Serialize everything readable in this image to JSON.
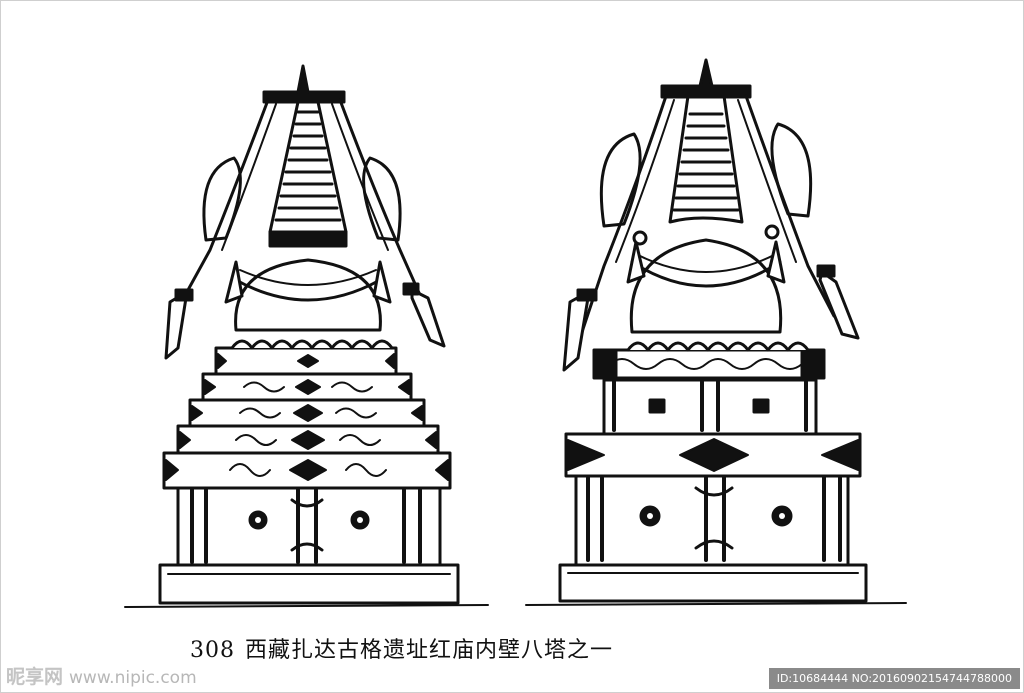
{
  "caption": {
    "number": "308",
    "text": "西藏扎达古格遗址红庙内壁八塔之一"
  },
  "watermark": {
    "brand": "昵享网",
    "url": "www.nipic.com",
    "id_line": "ID:10684444 NO:20160902154744788000"
  },
  "colors": {
    "ink": "#111111",
    "paper": "#ffffff",
    "watermark_bg": "#8a8a8a"
  }
}
